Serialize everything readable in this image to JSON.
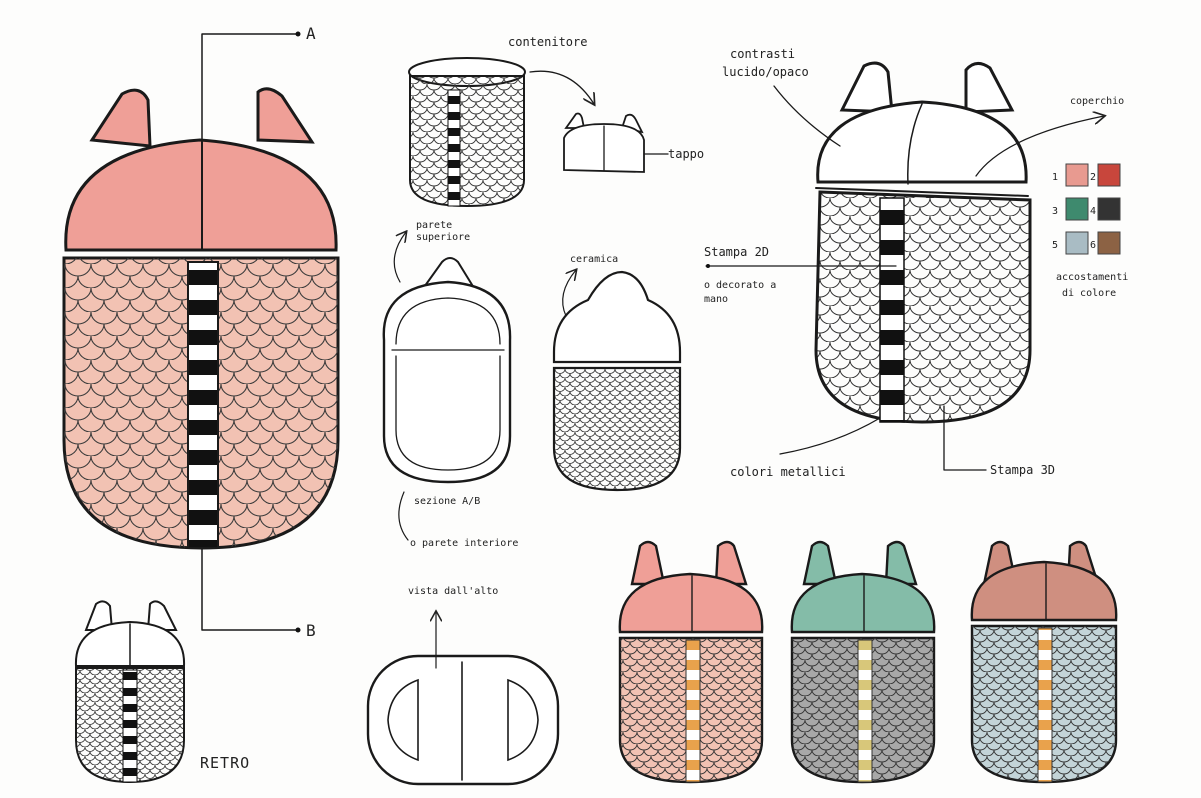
{
  "labels": {
    "a": "A",
    "b": "B",
    "contenitore": "contenitore",
    "tappo": "tappo",
    "contrasti_1": "contrasti",
    "contrasti_2": "lucido/opaco",
    "coperchio": "coperchio",
    "parete_superiore_1": "parete",
    "parete_superiore_2": "superiore",
    "ceramica": "ceramica",
    "stampa_2d": "Stampa 2D",
    "decorato_1": "o decorato a",
    "decorato_2": "mano",
    "sezione": "sezione A/B",
    "parete_interiore": "o parete interiore",
    "colori_metallici": "colori metallici",
    "stampa_3d": "Stampa 3D",
    "vista_dall_alto": "vista dall'alto",
    "retro": "RETRO",
    "accostamenti_1": "accostamenti",
    "accostamenti_2": "di colore"
  },
  "swatches": [
    {
      "number": "1",
      "color": "#e89a90"
    },
    {
      "number": "2",
      "color": "#c8463c"
    },
    {
      "number": "3",
      "color": "#3e8a6e"
    },
    {
      "number": "4",
      "color": "#333333"
    },
    {
      "number": "5",
      "color": "#a9bcc4"
    },
    {
      "number": "6",
      "color": "#8c6244"
    }
  ],
  "colors": {
    "pink_lid": "#ef9f97",
    "pink_body": "#f2c2b3",
    "green_lid": "#84bca8",
    "grey_body": "#a8a8a8",
    "brown_lid": "#cf8f80",
    "blue_body": "#c3d4d8",
    "orange_stripe": "#e9a24c",
    "olive_stripe": "#d8c77a",
    "scale_line": "#3a3a3a"
  }
}
